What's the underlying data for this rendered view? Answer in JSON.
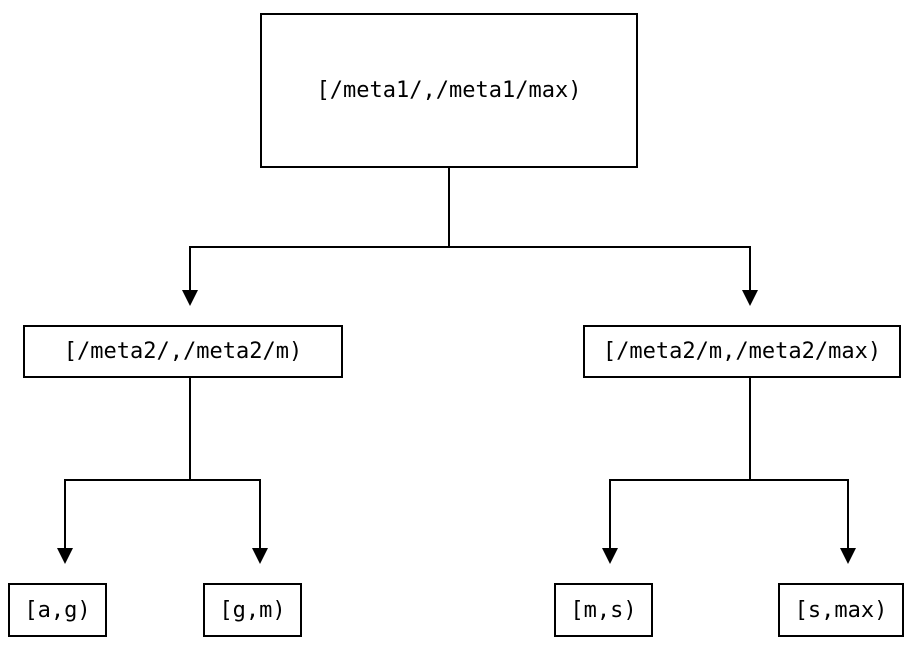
{
  "diagram": {
    "type": "tree",
    "description_colors": {
      "background": "#ffffff",
      "line": "#000000",
      "text": "#000000"
    }
  },
  "nodes": {
    "root": {
      "label": "[/meta1/,/meta1/max)"
    },
    "left_mid": {
      "label": "[/meta2/,/meta2/m)"
    },
    "right_mid": {
      "label": "[/meta2/m,/meta2/max)"
    },
    "leaf_1": {
      "label": "[a,g)"
    },
    "leaf_2": {
      "label": "[g,m)"
    },
    "leaf_3": {
      "label": "[m,s)"
    },
    "leaf_4": {
      "label": "[s,max)"
    }
  },
  "tree": {
    "root": "[/meta1/,/meta1/max)",
    "children": [
      {
        "label": "[/meta2/,/meta2/m)",
        "children": [
          {
            "label": "[a,g)"
          },
          {
            "label": "[g,m)"
          }
        ]
      },
      {
        "label": "[/meta2/m,/meta2/max)",
        "children": [
          {
            "label": "[m,s)"
          },
          {
            "label": "[s,max)"
          }
        ]
      }
    ]
  }
}
